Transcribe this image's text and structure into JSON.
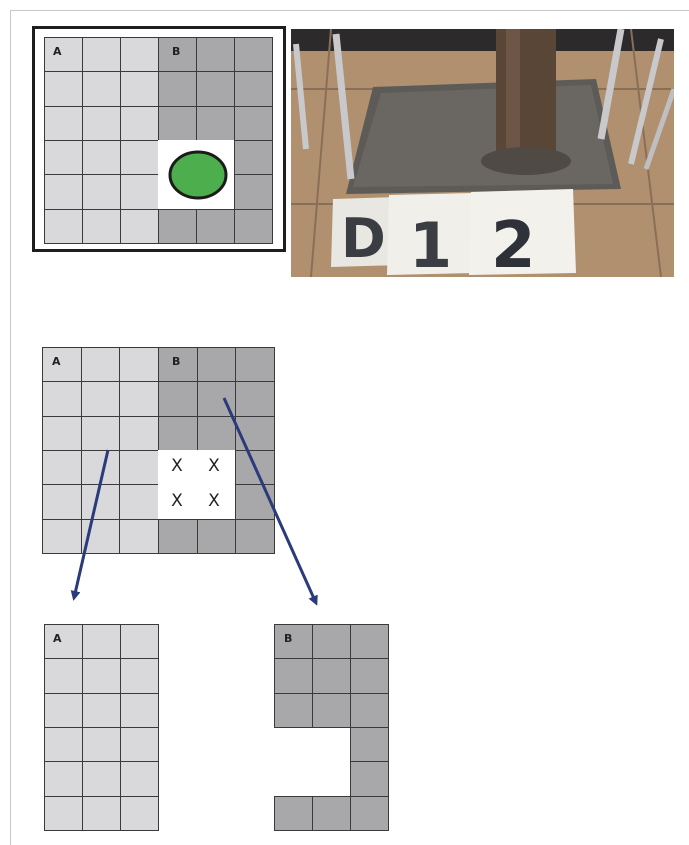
{
  "grid_top": {
    "label_a": "A",
    "label_b": "B"
  },
  "photo": {
    "sign_letter": "D",
    "sign_number_1": "1",
    "sign_number_2": "2"
  },
  "grid_middle": {
    "label_a": "A",
    "label_b": "B",
    "marks": [
      "X",
      "X",
      "X",
      "X"
    ]
  },
  "split_a": {
    "label": "A"
  },
  "split_b": {
    "label": "B"
  },
  "colors": {
    "light_cell": "#d9d9db",
    "dark_cell": "#a8a8aa",
    "circle_fill": "#4cae4c",
    "arrow": "#2a3a7a"
  }
}
